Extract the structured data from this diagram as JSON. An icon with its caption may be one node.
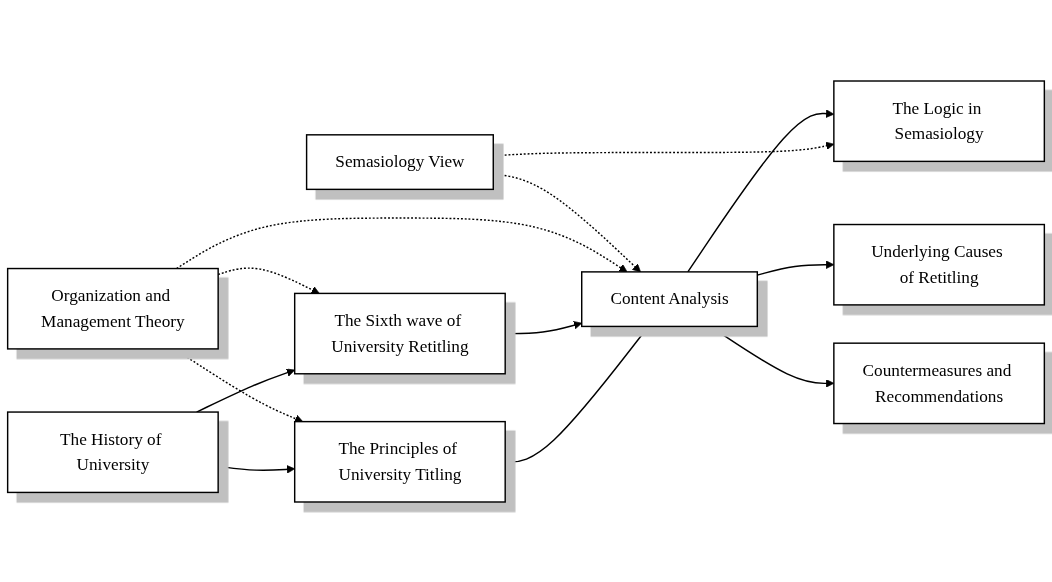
{
  "diagram": {
    "nodes": [
      {
        "text": [
          "The History of University"
        ]
      },
      {
        "text": [
          "The Principles of University Titling"
        ]
      },
      {
        "text": [
          "The Logic in Semasiology"
        ]
      },
      {
        "text": [
          "The Sixth wave of University Retitling"
        ]
      },
      {
        "text": [
          "Content Analysis"
        ]
      },
      {
        "text": [
          "Underlying Causes of Retitling"
        ]
      },
      {
        "text": [
          "Organization and Management Theory"
        ]
      },
      {
        "text": [
          "Semasiology View"
        ]
      },
      {
        "text": [
          "Countermeasures and Recommendations"
        ]
      }
    ],
    "edges": [
      {
        "from": 0,
        "to": 1,
        "arrow": "to"
      },
      {
        "from": 0,
        "to": 3,
        "arrow": "to"
      },
      {
        "from": 1,
        "to": 4,
        "arrow": "to"
      },
      {
        "from": 3,
        "to": 4,
        "arrow": "to"
      },
      {
        "from": 6,
        "to": 3,
        "arrow": "to",
        "style": "dashed"
      },
      {
        "from": 6,
        "to": 1,
        "arrow": "to",
        "style": "dashed"
      },
      {
        "from": 6,
        "to": 4,
        "arrow": "to",
        "style": "dashed"
      },
      {
        "from": 7,
        "to": 4,
        "arrow": "to",
        "style": "dashed"
      },
      {
        "from": 7,
        "to": 2,
        "arrow": "to",
        "style": "dashed"
      },
      {
        "from": 4,
        "to": 2,
        "arrow": "to"
      },
      {
        "from": 4,
        "to": 5,
        "arrow": "to"
      },
      {
        "from": 4,
        "to": 8,
        "arrow": "to"
      }
    ]
  }
}
